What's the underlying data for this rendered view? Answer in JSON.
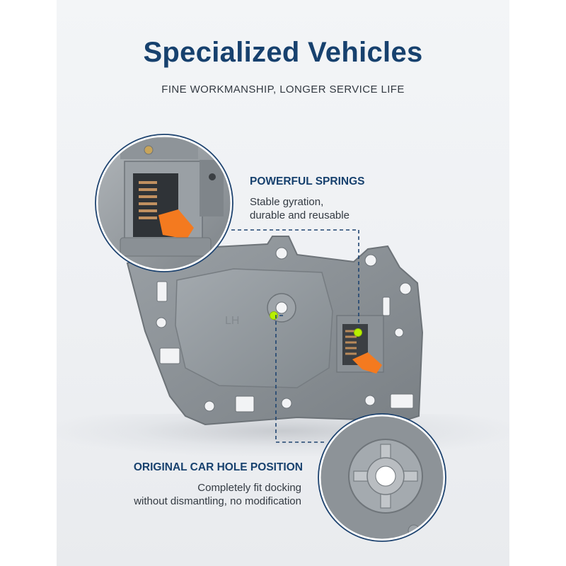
{
  "header": {
    "title": "Specialized Vehicles",
    "subtitle": "FINE WORKMANSHIP, LONGER SERVICE LIFE"
  },
  "features": [
    {
      "title": "POWERFUL SPRINGS",
      "description_lines": [
        "Stable gyration,",
        "durable and reusable"
      ]
    },
    {
      "title": "ORIGINAL CAR HOLE POSITION",
      "description_lines": [
        "Completely fit docking",
        "without dismantling, no modification"
      ]
    }
  ],
  "colors": {
    "heading": "#17416e",
    "body_text": "#333a42",
    "plastic": "#8d9398",
    "accent_orange": "#f47a1f",
    "highlight_green": "#b8f000"
  }
}
